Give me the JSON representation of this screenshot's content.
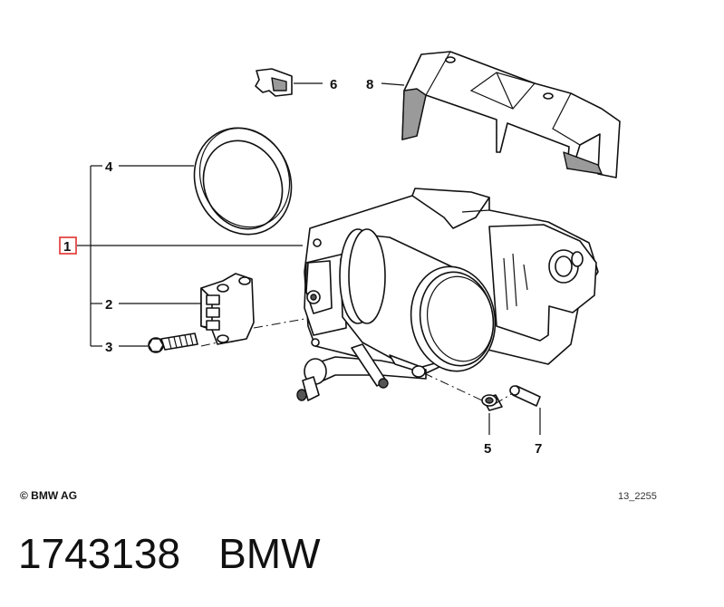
{
  "callouts": {
    "c1": "1",
    "c2": "2",
    "c3": "3",
    "c4": "4",
    "c5": "5",
    "c6": "6",
    "c7": "7",
    "c8": "8"
  },
  "copyright": "© BMW AG",
  "drawing_number": "13_2255",
  "footer": {
    "part_number": "1743138",
    "brand": "BMW"
  },
  "colors": {
    "highlight_box": "#e0312f",
    "line": "#111111",
    "shade": "#9a9a9a"
  }
}
